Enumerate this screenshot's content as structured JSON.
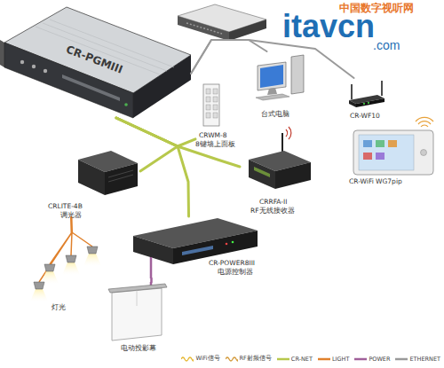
{
  "diagram": {
    "nodes": [
      {
        "text": [
          "CR-PGMIII"
        ]
      },
      {
        "text": [
          "台式电脑"
        ]
      },
      {
        "text": [
          "CR-WF10"
        ]
      },
      {
        "text": [
          "CRWM-8",
          "8键墙上面板"
        ]
      },
      {
        "text": [
          "CR-WiFi WG7pip"
        ]
      },
      {
        "text": [
          "CRRFA-II",
          "RF无线接收器"
        ]
      },
      {
        "text": [
          "CRLITE-4B",
          "调光器"
        ]
      },
      {
        "text": [
          "CR-POWER8III",
          "电源控制器"
        ]
      },
      {
        "text": [
          "灯光"
        ]
      },
      {
        "text": [
          "电动投影幕"
        ]
      }
    ],
    "edges": [
      {
        "from": 0,
        "to": 1,
        "arrow": "none"
      },
      {
        "from": 0,
        "to": 2,
        "arrow": "none"
      },
      {
        "from": 0,
        "to": 3,
        "arrow": "none"
      },
      {
        "from": 0,
        "to": 5,
        "arrow": "none"
      },
      {
        "from": 0,
        "to": 6,
        "arrow": "none"
      },
      {
        "from": 0,
        "to": 7,
        "arrow": "none"
      },
      {
        "from": 6,
        "to": 8,
        "arrow": "none"
      },
      {
        "from": 7,
        "to": 9,
        "arrow": "none"
      }
    ],
    "labels": [
      "中国数字视听网",
      "itavcn",
      ".com"
    ],
    "legend": [
      {
        "text": "WiFi信号"
      },
      {
        "text": "RF射频信号"
      },
      {
        "text": "CR-NET"
      },
      {
        "text": "LIGHT"
      },
      {
        "text": "POWER"
      },
      {
        "text": "ETHERNET"
      }
    ]
  }
}
